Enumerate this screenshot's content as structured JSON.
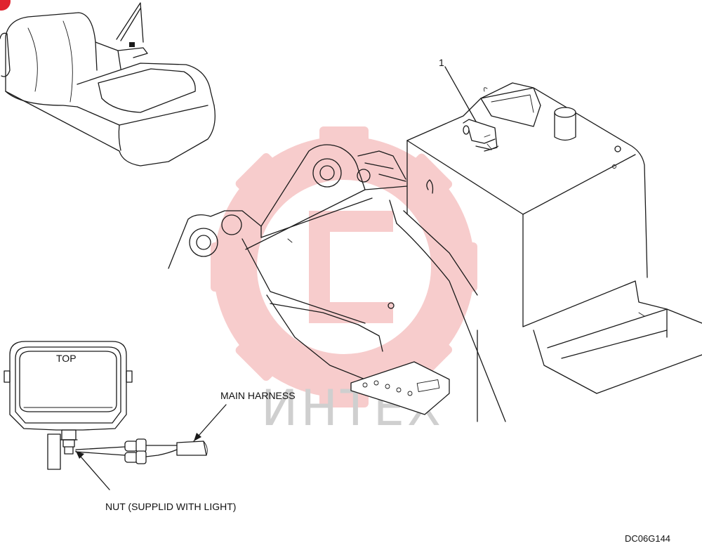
{
  "labels": {
    "callout_1": "1",
    "top": "TOP",
    "main_harness": "MAIN HARNESS",
    "nut": "NUT (SUPPLID WITH LIGHT)",
    "drawing_code": "DC06G144"
  },
  "watermark": {
    "text": "ИНТЕХ",
    "gear_color": "#f6c4c4",
    "text_color": "#cfcfcf"
  },
  "colors": {
    "line": "#1a1a1a",
    "background": "#ffffff",
    "corner_mark": "#e0232e"
  }
}
